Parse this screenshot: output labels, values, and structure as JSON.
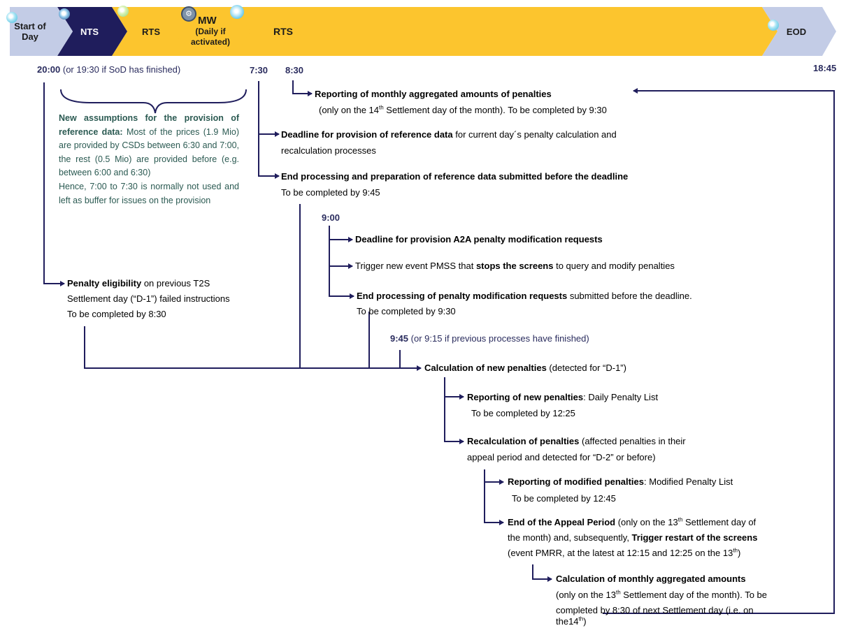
{
  "timeline": {
    "phases": [
      {
        "label": "Start of Day"
      },
      {
        "label": "NTS"
      },
      {
        "label": "RTS"
      },
      {
        "label": "MW"
      },
      {
        "label": "(Daily if activated)"
      },
      {
        "label": "RTS"
      },
      {
        "label": "EOD"
      }
    ],
    "colors": {
      "sod": "#c3cce6",
      "nts": "#1f1d5c",
      "rts": "#fcc52e",
      "eod": "#c3cce6",
      "lines": "#1f1d5c"
    }
  },
  "times": {
    "t2000": "20:00",
    "t2000_note": " (or 19:30 if SoD has finished)",
    "t0730": "7:30",
    "t0830": "8:30",
    "t1845": "18:45",
    "t0900": "9:00",
    "t0945": "9:45",
    "t0945_note": " (or 9:15 if previous processes have finished)"
  },
  "note": {
    "heading": "New assumptions for the provision of reference data:",
    "body1": " Most of the prices (1.9 Mio) are provided by CSDs between 6:30 and 7:00, the rest (0.5 Mio) are provided before (e.g. between 6:00 and 6:30)",
    "body2": "Hence, 7:00 to 7:30 is normally not used and left as buffer for issues on the provision"
  },
  "steps": {
    "monthly_report": {
      "bold": "Reporting of monthly aggregated amounts of penalties",
      "l2a": "(only on the 14",
      "l2sup": "th",
      "l2b": " Settlement day of the month). To be completed by 9:30"
    },
    "deadline_ref": {
      "bold": "Deadline for provision of reference data",
      "rest": " for current day´s penalty calculation and",
      "l2": "recalculation processes"
    },
    "end_ref": {
      "bold": "End processing and preparation of reference data submitted before the deadline",
      "l2": "To be completed by 9:45"
    },
    "eligibility": {
      "bold": "Penalty eligibility",
      "rest": " on previous T2S",
      "l2": "Settlement day (“D-1”) failed instructions",
      "l3": "To be completed by 8:30"
    },
    "deadline_a2a": {
      "bold": "Deadline for provision A2A penalty modification requests"
    },
    "pmss": {
      "pre": "Trigger new event PMSS that ",
      "bold": "stops the screens",
      "post": " to query and modify penalties"
    },
    "end_mod": {
      "bold": "End processing of penalty modification requests",
      "rest": " submitted before the deadline.",
      "l2": "To be completed by 9:30"
    },
    "calc_new": {
      "bold": "Calculation of new penalties",
      "rest": " (detected for “D-1”)"
    },
    "report_new": {
      "bold": "Reporting of new penalties",
      "rest": ": Daily Penalty List",
      "l2": "To be completed by 12:25"
    },
    "recalc": {
      "bold": "Recalculation of penalties",
      "rest": " (affected penalties in their",
      "l2": "appeal period and detected for “D-2” or before)"
    },
    "report_mod": {
      "bold": "Reporting of modified penalties",
      "rest": ":  Modified Penalty List",
      "l2": "To be completed by 12:45"
    },
    "appeal": {
      "bold": "End of the Appeal Period",
      "rest_a": " (only on the 13",
      "rest_sup": "th",
      "rest_b": " Settlement day of",
      "l2a": "the month) and, subsequently, ",
      "l2bold": "Trigger restart of the screens",
      "l3a": "(event PMRR, at the latest at 12:15 and 12:25 on the 13",
      "l3sup": "th",
      "l3b": ")"
    },
    "calc_monthly": {
      "bold": "Calculation of monthly aggregated amounts",
      "l2a": "(only on the 13",
      "l2sup": "th",
      "l2b": " Settlement day of the month). To be",
      "l3": "completed by 8:30 of next Settlement day (i.e. on",
      "l4a": "the14",
      "l4sup": "th",
      "l4b": ")"
    }
  }
}
